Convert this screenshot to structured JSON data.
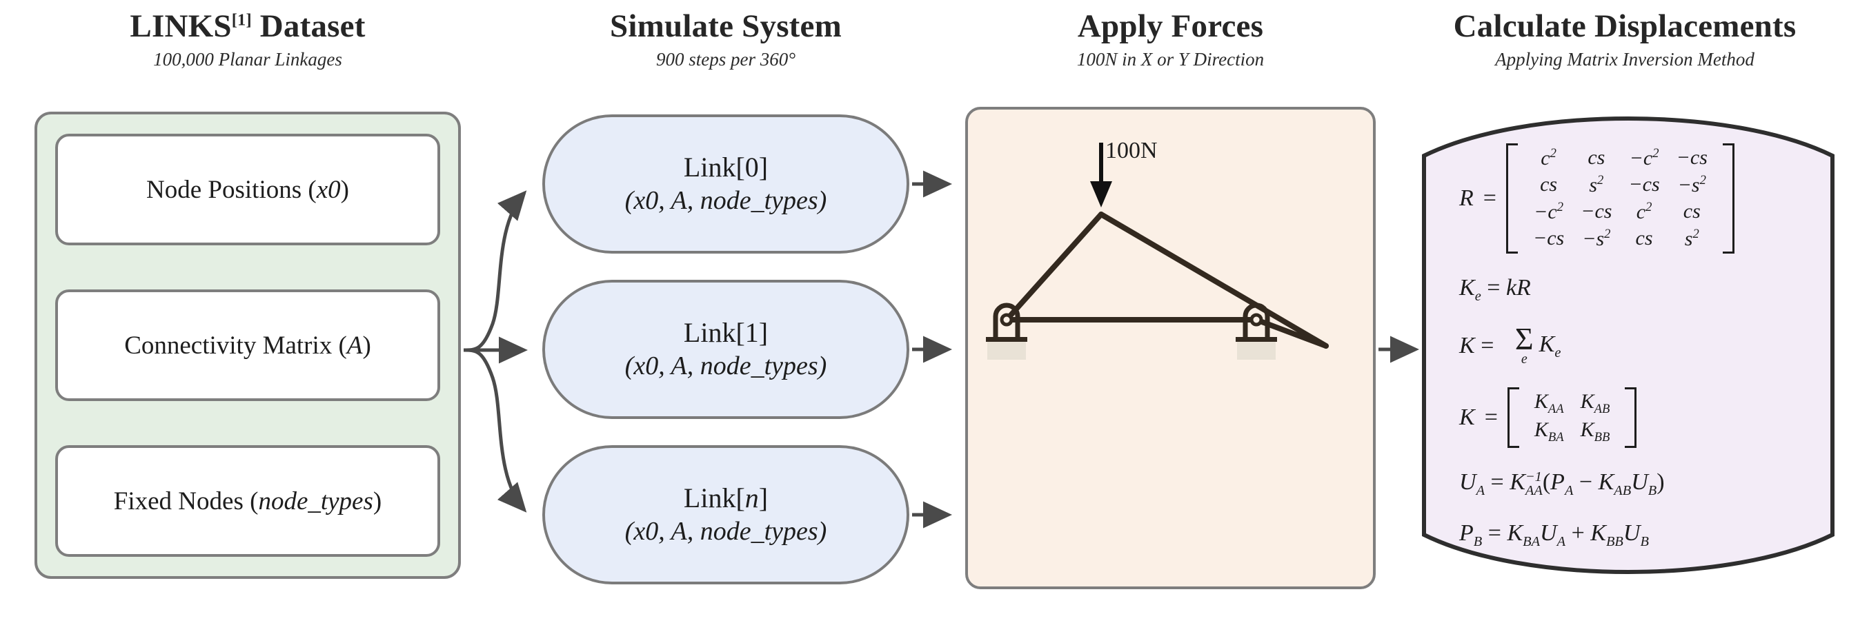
{
  "columns": [
    {
      "title_main": "LINKS",
      "title_sup": "[1]",
      "title_tail": " Dataset",
      "subtitle": "100,000 Planar Linkages"
    },
    {
      "title_main": "Simulate System",
      "title_sup": "",
      "title_tail": "",
      "subtitle": "900 steps per 360°"
    },
    {
      "title_main": "Apply Forces",
      "title_sup": "",
      "title_tail": "",
      "subtitle": "100N in X or Y Direction"
    },
    {
      "title_main": "Calculate Displacements",
      "title_sup": "",
      "title_tail": "",
      "subtitle": "Applying Matrix Inversion Method"
    }
  ],
  "dataset": {
    "items": [
      {
        "label": "Node Positions (",
        "var": "x0",
        "tail": ")"
      },
      {
        "label": "Connectivity Matrix (",
        "var": "A",
        "tail": ")"
      },
      {
        "label": "Fixed Nodes (",
        "var": "node_types",
        "tail": ")"
      }
    ]
  },
  "simulate": {
    "pills": [
      {
        "name": "Link[0]",
        "args": "(x0, A, node_types)"
      },
      {
        "name": "Link[1]",
        "args": "(x0, A, node_types)"
      },
      {
        "name": "Link[n]",
        "args": "(x0, A, node_types)"
      }
    ]
  },
  "forces": {
    "arrow_label": "100N",
    "panel_fill": "#fbf0e6",
    "link_color": "#33291f"
  },
  "equations": {
    "panel_fill": "#f3ecf7",
    "R": {
      "lhs": "R",
      "rows": [
        [
          "c²",
          "cs",
          "−c²",
          "−cs"
        ],
        [
          "cs",
          "s²",
          "−cs",
          "−s²"
        ],
        [
          "−c²",
          "−cs",
          "c²",
          "cs"
        ],
        [
          "−cs",
          "−s²",
          "cs",
          "s²"
        ]
      ]
    },
    "Ke": "Ke = kR",
    "Ksum": {
      "lhs": "K",
      "sum_index": "e",
      "term": "Ke"
    },
    "Kblock": {
      "lhs": "K",
      "rows": [
        [
          "KAA",
          "KAB"
        ],
        [
          "KBA",
          "KBB"
        ]
      ]
    },
    "UA": "UA = KAA⁻¹(PA − KAB UB)",
    "PB": "PB = KBA UA + KBB UB"
  },
  "colors": {
    "dataset_panel": "#e4efe3",
    "pill": "#e7edf9",
    "forces_panel": "#fbf0e6",
    "eq_panel": "#f3ecf7",
    "border_gray": "#7e7e7e",
    "arrow_gray": "#4a4a4a",
    "text": "#1d1d1d"
  }
}
